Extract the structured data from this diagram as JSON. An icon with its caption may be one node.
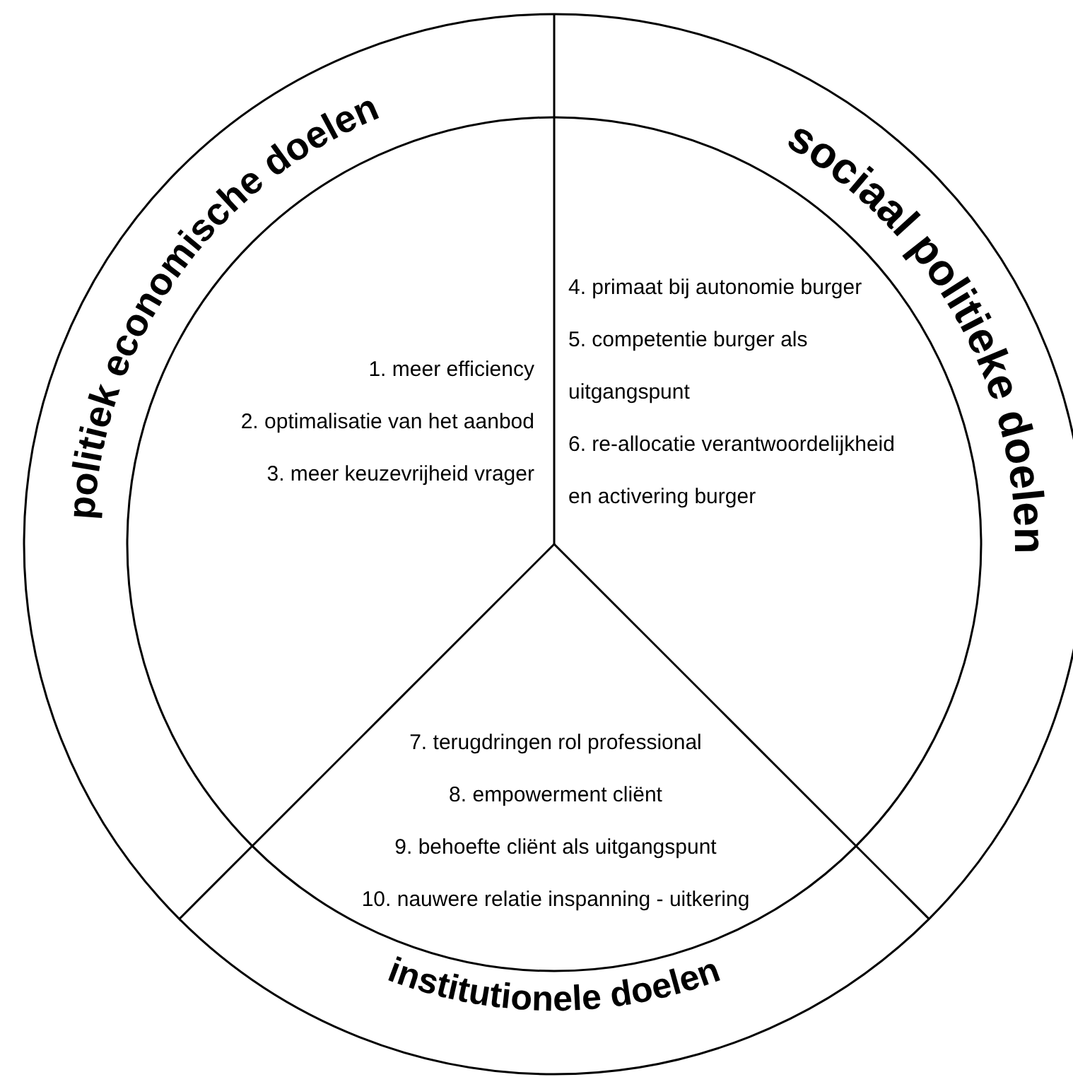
{
  "diagram": {
    "nodes": [
      {
        "text": [
          "politiek economische doelen"
        ]
      },
      {
        "text": [
          "sociaal politieke doelen"
        ]
      },
      {
        "text": [
          "institutionele doelen"
        ]
      },
      {
        "text": [
          "1. meer efficiency",
          "2. optimalisatie van het aanbod",
          "3. meer keuzevrijheid vrager"
        ]
      },
      {
        "text": [
          "4. primaat bij autonomie burger",
          "5. competentie burger als uitgangspunt",
          "6. re-allocatie verantwoordelijkheid en activering burger"
        ]
      },
      {
        "text": [
          "7. terugdringen rol professional",
          "8. empowerment cliënt",
          "9. behoefte cliënt als uitgangspunt",
          "10. nauwere relatie inspanning - uitkering"
        ]
      }
    ]
  }
}
